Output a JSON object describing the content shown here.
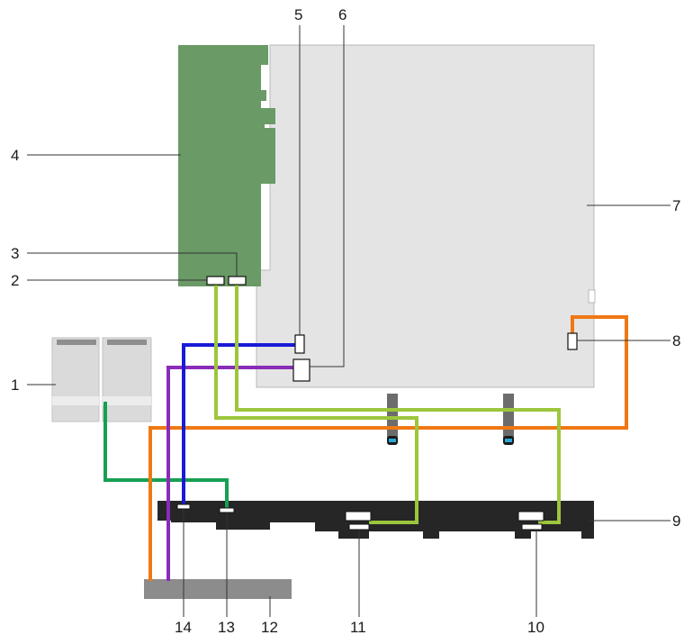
{
  "callouts": {
    "c1": "1",
    "c2": "2",
    "c3": "3",
    "c4": "4",
    "c5": "5",
    "c6": "6",
    "c7": "7",
    "c8": "8",
    "c9": "9",
    "c10": "10",
    "c11": "11",
    "c12": "12",
    "c13": "13",
    "c14": "14"
  },
  "colors": {
    "riser_card": "#6a9a66",
    "system_board": "#e4e4e4",
    "backplane": "#262626",
    "bay": "#8c8c8c",
    "psu": "#dadada",
    "cable_green": "#9cc63c",
    "cable_blue": "#1a1ad6",
    "cable_purple": "#8a2cb8",
    "cable_orange": "#f07814",
    "cable_dark_green": "#16a052"
  }
}
